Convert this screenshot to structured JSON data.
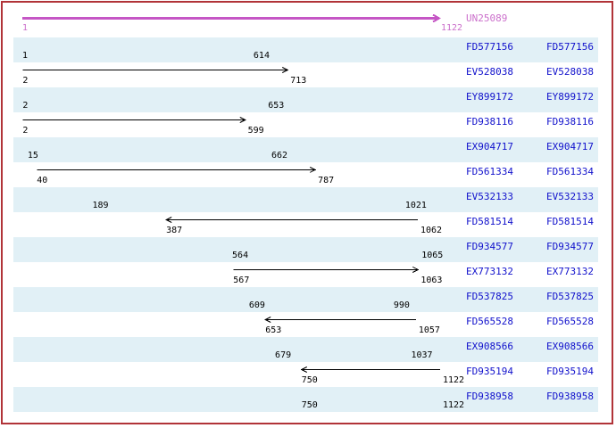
{
  "frame": {
    "border_color": "#b13338",
    "background": "#ffffff"
  },
  "chart_data": {
    "type": "bar",
    "subtype": "horizontal-range-alignment-map",
    "title": "",
    "xlabel": "",
    "ylabel": "",
    "xlim": [
      1,
      1122
    ],
    "grid": false,
    "label_columns": 2,
    "reference": {
      "label": "UN25089",
      "start": 1,
      "end": 1122,
      "direction": "right"
    },
    "rows": [
      {
        "label": "FD577156",
        "start": 1,
        "end": 614,
        "direction": "right"
      },
      {
        "label": "EV528038",
        "start": 2,
        "end": 713,
        "direction": "right"
      },
      {
        "label": "EY899172",
        "start": 2,
        "end": 653,
        "direction": "right"
      },
      {
        "label": "FD938116",
        "start": 2,
        "end": 599,
        "direction": "right"
      },
      {
        "label": "EX904717",
        "start": 15,
        "end": 662,
        "direction": "right"
      },
      {
        "label": "FD561334",
        "start": 40,
        "end": 787,
        "direction": "right"
      },
      {
        "label": "EV532133",
        "start": 189,
        "end": 1021,
        "direction": "left"
      },
      {
        "label": "FD581514",
        "start": 387,
        "end": 1062,
        "direction": "left"
      },
      {
        "label": "FD934577",
        "start": 564,
        "end": 1065,
        "direction": "left"
      },
      {
        "label": "EX773132",
        "start": 567,
        "end": 1063,
        "direction": "right"
      },
      {
        "label": "FD537825",
        "start": 609,
        "end": 990,
        "direction": "left"
      },
      {
        "label": "FD565528",
        "start": 653,
        "end": 1057,
        "direction": "left"
      },
      {
        "label": "EX908566",
        "start": 679,
        "end": 1037,
        "direction": "left"
      },
      {
        "label": "FD935194",
        "start": 750,
        "end": 1122,
        "direction": "left"
      },
      {
        "label": "FD938958",
        "start": 750,
        "end": 1122,
        "direction": "right"
      }
    ],
    "colors": {
      "reference_line": "#c556c5",
      "reference_text": "#cb6fcb",
      "row_band": "#e1f0f6",
      "accession_text": "#1111cc",
      "range_arrow": "#000000",
      "range_text": "#000000"
    }
  }
}
